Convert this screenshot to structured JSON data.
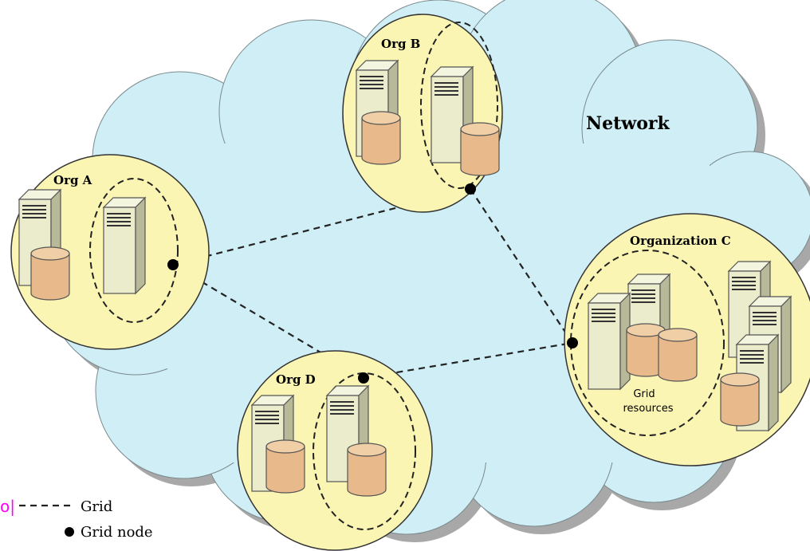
{
  "network": {
    "label": "Network"
  },
  "orgs": {
    "a": {
      "label": "Org A"
    },
    "b": {
      "label": "Org B"
    },
    "c": {
      "label": "Organization C",
      "resources_line1": "Grid",
      "resources_line2": "resources"
    },
    "d": {
      "label": "Org D"
    }
  },
  "legend": {
    "marker_text": "o|",
    "grid": "Grid",
    "grid_node": "Grid node"
  },
  "colors": {
    "cloud_fill": "#cfeef5",
    "cloud_shadow": "#a8a8a8",
    "org_fill": "#fbf5b4",
    "server_front": "#eaeccb",
    "server_side": "#b8b999",
    "cylinder": "#e8b98a",
    "stray_text": "#ff00ff"
  },
  "icons": {
    "server": "server-tower-icon",
    "database": "database-cylinder-icon",
    "grid_node": "grid-node-dot-icon"
  }
}
